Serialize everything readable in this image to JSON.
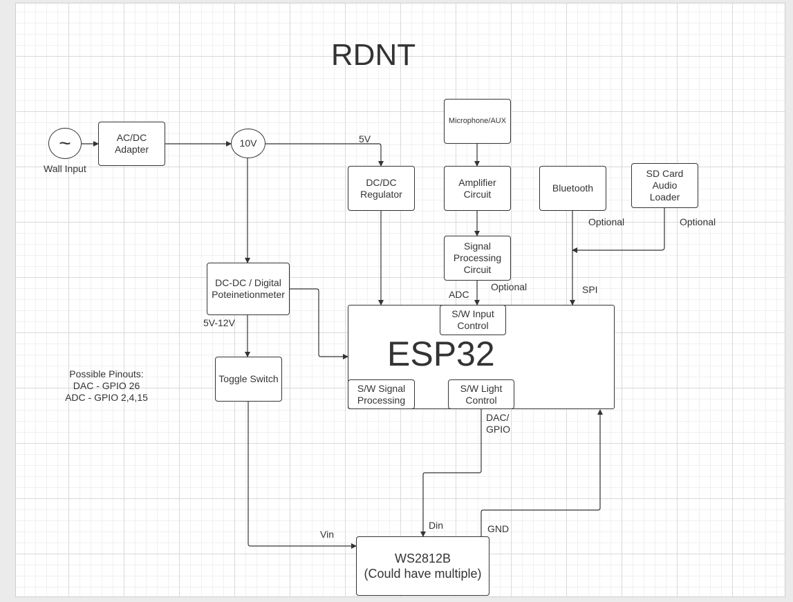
{
  "title": "RDNT",
  "nodes": {
    "wall_symbol": "~",
    "ac_dc": "AC/DC\nAdapter",
    "ten_v": "10V",
    "dcdc_reg": "DC/DC\nRegulator",
    "mic": "Microphone/AUX",
    "amp": "Amplifier\nCircuit",
    "bluetooth": "Bluetooth",
    "sd_card": "SD Card\nAudio\nLoader",
    "signal_proc": "Signal\nProcessing\nCircuit",
    "dcdc_pot": "DC-DC / Digital\nPoteinetionmeter",
    "toggle": "Toggle Switch",
    "esp32": "ESP32",
    "sw_input": "S/W Input\nControl",
    "sw_signal": "S/W Signal\nProcessing",
    "sw_light": "S/W Light\nControl",
    "ws2812b": "WS2812B\n(Could have multiple)"
  },
  "labels": {
    "wall_input": "Wall Input",
    "five_v": "5V",
    "optional_bt": "Optional",
    "optional_sd": "Optional",
    "optional_sig": "Optional",
    "adc": "ADC",
    "spi": "SPI",
    "range": "5V-12V",
    "pinouts": "Possible Pinouts:\nDAC - GPIO 26\nADC - GPIO 2,4,15",
    "dac_gpio": "DAC/\nGPIO",
    "din": "Din",
    "vin": "Vin",
    "gnd": "GND"
  },
  "colors": {
    "stroke": "#333333",
    "grid_major": "#d9d9d9",
    "grid_minor": "#f0f0f0"
  }
}
